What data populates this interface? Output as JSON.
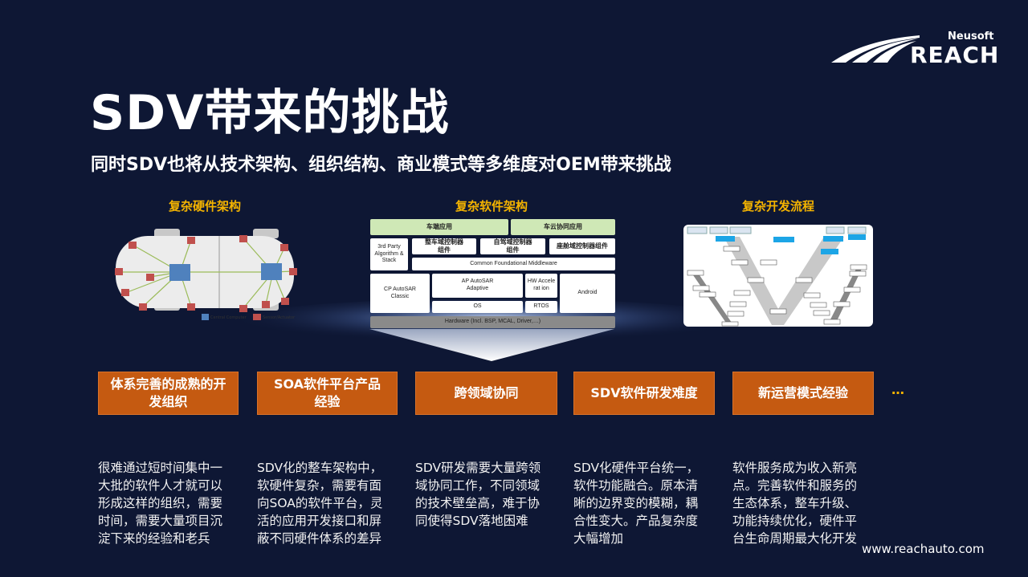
{
  "logo": {
    "brand_small": "Neusoft",
    "brand_large": "REACH"
  },
  "title": "SDV带来的挑战",
  "subtitle": "同时SDV也将从技术架构、组织结构、商业模式等多维度对OEM带来挑战",
  "sections": [
    {
      "label": "复杂硬件架构"
    },
    {
      "label": "复杂软件架构"
    },
    {
      "label": "复杂开发流程"
    }
  ],
  "hardware_diagram": {
    "legend": [
      "Central Computer",
      "Sensor/Actuator"
    ],
    "colors": {
      "computer": "#4f81bd",
      "sensor": "#c0504d"
    }
  },
  "software_diagram": {
    "app_vehicle": "车端应用",
    "app_cloud": "车云协同应用",
    "third_party": "3rd Party Algorithm & Stack",
    "body_domain": "整车域控制器组件",
    "adas_domain": "自驾域控制器组件",
    "cockpit_domain": "座舱域控制器组件",
    "middleware": "Common Foundational Middleware",
    "cp": "CP AutoSAR Classic",
    "ap": "AP AutoSAR Adaptive",
    "os": "OS",
    "hw_accel": "HW Accelerat ion",
    "rtos": "RTOS",
    "android": "Android",
    "hardware": "Hardware (Incl. BSP, MCAL, Driver,…)"
  },
  "challenges": [
    {
      "title": "体系完善的成熟的开发组织",
      "lines": [
        "很难通过短时间集中一",
        "大批的软件人才就可以",
        "形成这样的组织，需要",
        "时间，需要大量项目沉",
        "淀下来的经验和老兵"
      ]
    },
    {
      "title": "SOA软件平台产品经验",
      "lines": [
        "SDV化的整车架构中，",
        "软硬件复杂，需要有面",
        "向SOA的软件平台，灵",
        "活的应用开发接口和屏",
        "蔽不同硬件体系的差异"
      ]
    },
    {
      "title": "跨领域协同",
      "lines": [
        "SDV研发需要大量跨领",
        "域协同工作，不同领域",
        "的技术壁垒高，难于协",
        "同使得SDV落地困难"
      ]
    },
    {
      "title": "SDV软件研发难度",
      "lines": [
        "SDV化硬件平台统一，",
        "软件功能融合。原本清",
        "晰的边界变的模糊，耦",
        "合性变大。产品复杂度",
        "大幅增加"
      ]
    },
    {
      "title": "新运营模式经验",
      "lines": [
        "软件服务成为收入新亮",
        "点。完善软件和服务的",
        "生态体系，整车升级、",
        "功能持续优化，硬件平",
        "台生命周期最大化开发"
      ]
    }
  ],
  "more": "…",
  "footer_url": "www.reachauto.com",
  "colors": {
    "background": "#0e1734",
    "accent": "#c55a11",
    "section_label": "#f5b400"
  }
}
